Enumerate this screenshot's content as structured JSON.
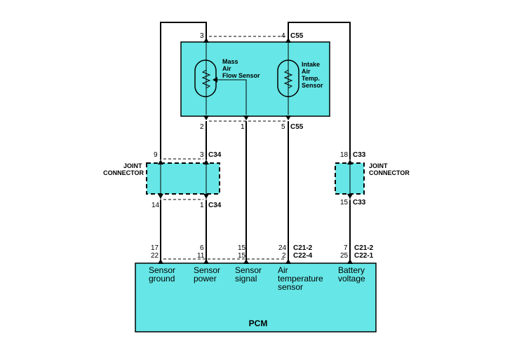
{
  "colors": {
    "component_fill": "#66e6e6"
  },
  "sensor": {
    "maf_label": [
      "Mass",
      "Air",
      "Flow Sensor"
    ],
    "iat_label": [
      "Intake",
      "Air",
      "Temp.",
      "Sensor"
    ],
    "top_pins": [
      "3",
      "4"
    ],
    "top_connector": "C55",
    "bottom_pins": [
      "2",
      "1",
      "5"
    ],
    "bottom_connector": "C55"
  },
  "joint_left": {
    "label": [
      "JOINT",
      "CONNECTOR"
    ],
    "top_pins": [
      "9",
      "3"
    ],
    "top_connector": "C34",
    "bottom_pins": [
      "14",
      "1"
    ],
    "bottom_connector": "C34"
  },
  "joint_right": {
    "label": [
      "JOINT",
      "CONNECTOR"
    ],
    "top_pin": "18",
    "top_connector": "C33",
    "bottom_pin": "15",
    "bottom_connector": "C33"
  },
  "pcm": {
    "title": "PCM",
    "pins": [
      {
        "top": "17",
        "bottom": "22"
      },
      {
        "top": "6",
        "bottom": "11"
      },
      {
        "top": "15",
        "bottom": "15"
      },
      {
        "top": "24",
        "bottom": "2"
      },
      {
        "top": "7",
        "bottom": "25"
      }
    ],
    "connectors_a": [
      "C21-2",
      "C22-4"
    ],
    "connectors_b": [
      "C21-2",
      "C22-1"
    ],
    "labels": [
      [
        "Sensor",
        "ground"
      ],
      [
        "Sensor",
        "power"
      ],
      [
        "Sensor",
        "signal"
      ],
      [
        "Air",
        "temperature",
        "sensor"
      ],
      [
        "Battery",
        "voltage"
      ]
    ]
  }
}
